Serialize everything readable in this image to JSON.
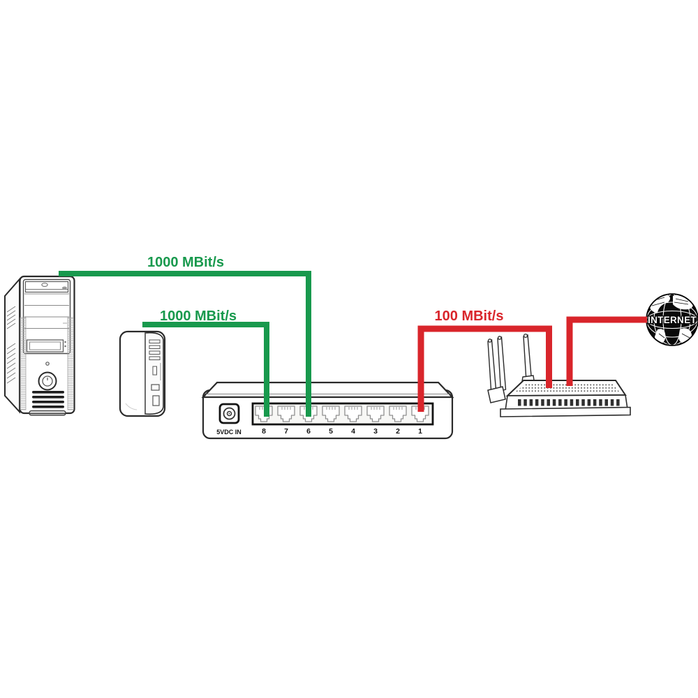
{
  "colors": {
    "link_green": "#18994d",
    "link_red": "#d9252b",
    "outline": "#2a2a2a",
    "globe_black": "#0a0a0a"
  },
  "devices": [
    "desktop-pc",
    "nas-storage",
    "8-port-switch",
    "wireless-router",
    "internet"
  ],
  "connections": {
    "pc_to_switch": {
      "label": "1000 MBit/s",
      "switch_port": "6",
      "color": "green"
    },
    "nas_to_switch": {
      "label": "1000 MBit/s",
      "switch_port": "8",
      "color": "green"
    },
    "switch_to_router": {
      "label": "100 MBit/s",
      "switch_port": "1",
      "color": "red"
    },
    "router_to_internet": {
      "label": "",
      "color": "red"
    }
  },
  "switch": {
    "power_label": "5VDC IN",
    "port_numbers": [
      "8",
      "7",
      "6",
      "5",
      "4",
      "3",
      "2",
      "1"
    ]
  },
  "internet": {
    "label": "INTERNET"
  }
}
